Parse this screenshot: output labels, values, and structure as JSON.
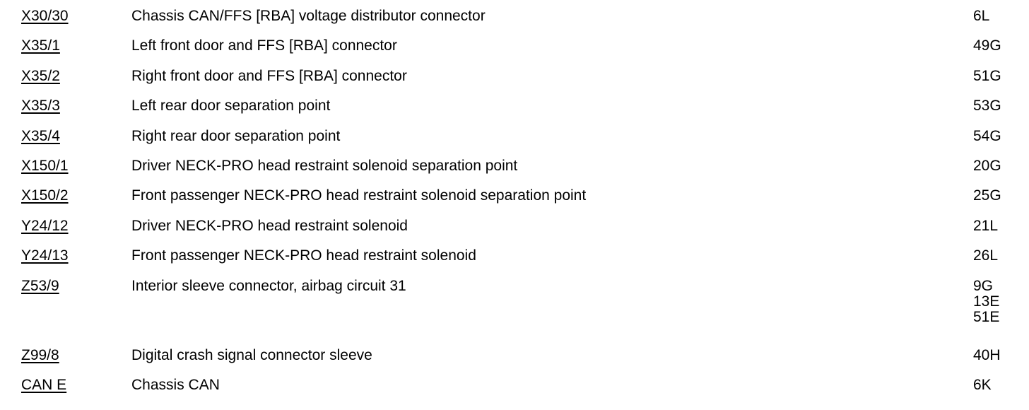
{
  "table": {
    "rows": [
      {
        "code": "X30/30",
        "description": "Chassis CAN/FFS [RBA] voltage distributor connector",
        "locations": [
          "6L"
        ]
      },
      {
        "code": "X35/1",
        "description": "Left front door and FFS [RBA] connector",
        "locations": [
          "49G"
        ]
      },
      {
        "code": "X35/2",
        "description": "Right front door and FFS [RBA] connector",
        "locations": [
          "51G"
        ]
      },
      {
        "code": "X35/3",
        "description": "Left rear door separation point",
        "locations": [
          "53G"
        ]
      },
      {
        "code": "X35/4",
        "description": "Right rear door separation point",
        "locations": [
          "54G"
        ]
      },
      {
        "code": "X150/1",
        "description": "Driver NECK-PRO head restraint solenoid separation point",
        "locations": [
          "20G"
        ]
      },
      {
        "code": "X150/2",
        "description": "Front passenger NECK-PRO head restraint solenoid separation point",
        "locations": [
          "25G"
        ]
      },
      {
        "code": "Y24/12",
        "description": "Driver NECK-PRO head restraint solenoid",
        "locations": [
          "21L"
        ]
      },
      {
        "code": "Y24/13",
        "description": "Front passenger NECK-PRO head restraint solenoid",
        "locations": [
          "26L"
        ]
      },
      {
        "code": "Z53/9",
        "description": "Interior sleeve connector, airbag circuit 31",
        "locations": [
          "9G",
          "13E",
          "51E"
        ]
      },
      {
        "code": "Z99/8",
        "description": "Digital crash signal connector sleeve",
        "locations": [
          "40H"
        ]
      },
      {
        "code": "CAN E",
        "description": "Chassis CAN",
        "locations": [
          "6K"
        ]
      }
    ],
    "text_color": "#000000",
    "background_color": "#ffffff"
  }
}
